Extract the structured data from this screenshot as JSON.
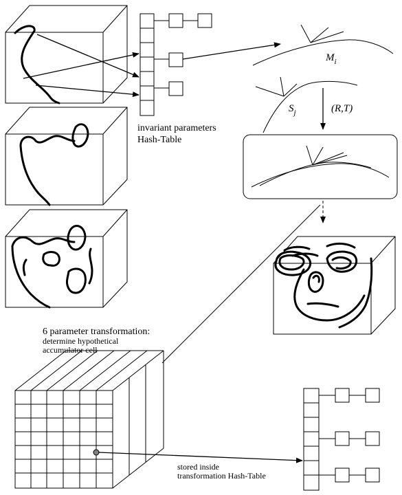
{
  "labels": {
    "hash_table_1_line1": "invariant parameters",
    "hash_table_1_line2": "Hash-Table",
    "model_curve": "M",
    "model_curve_sub": "i",
    "scene_curve": "S",
    "scene_curve_sub": "j",
    "transform": "(R,T)",
    "six_param_line1": "6 parameter transformation:",
    "six_param_line2": "determine hypothetical",
    "six_param_line3": "accumulator cell",
    "stored_line1": "stored inside",
    "stored_line2": "transformation Hash-Table"
  },
  "colors": {
    "ink": "#000000",
    "background": "#ffffff",
    "accumulator_cell": "#808080"
  }
}
